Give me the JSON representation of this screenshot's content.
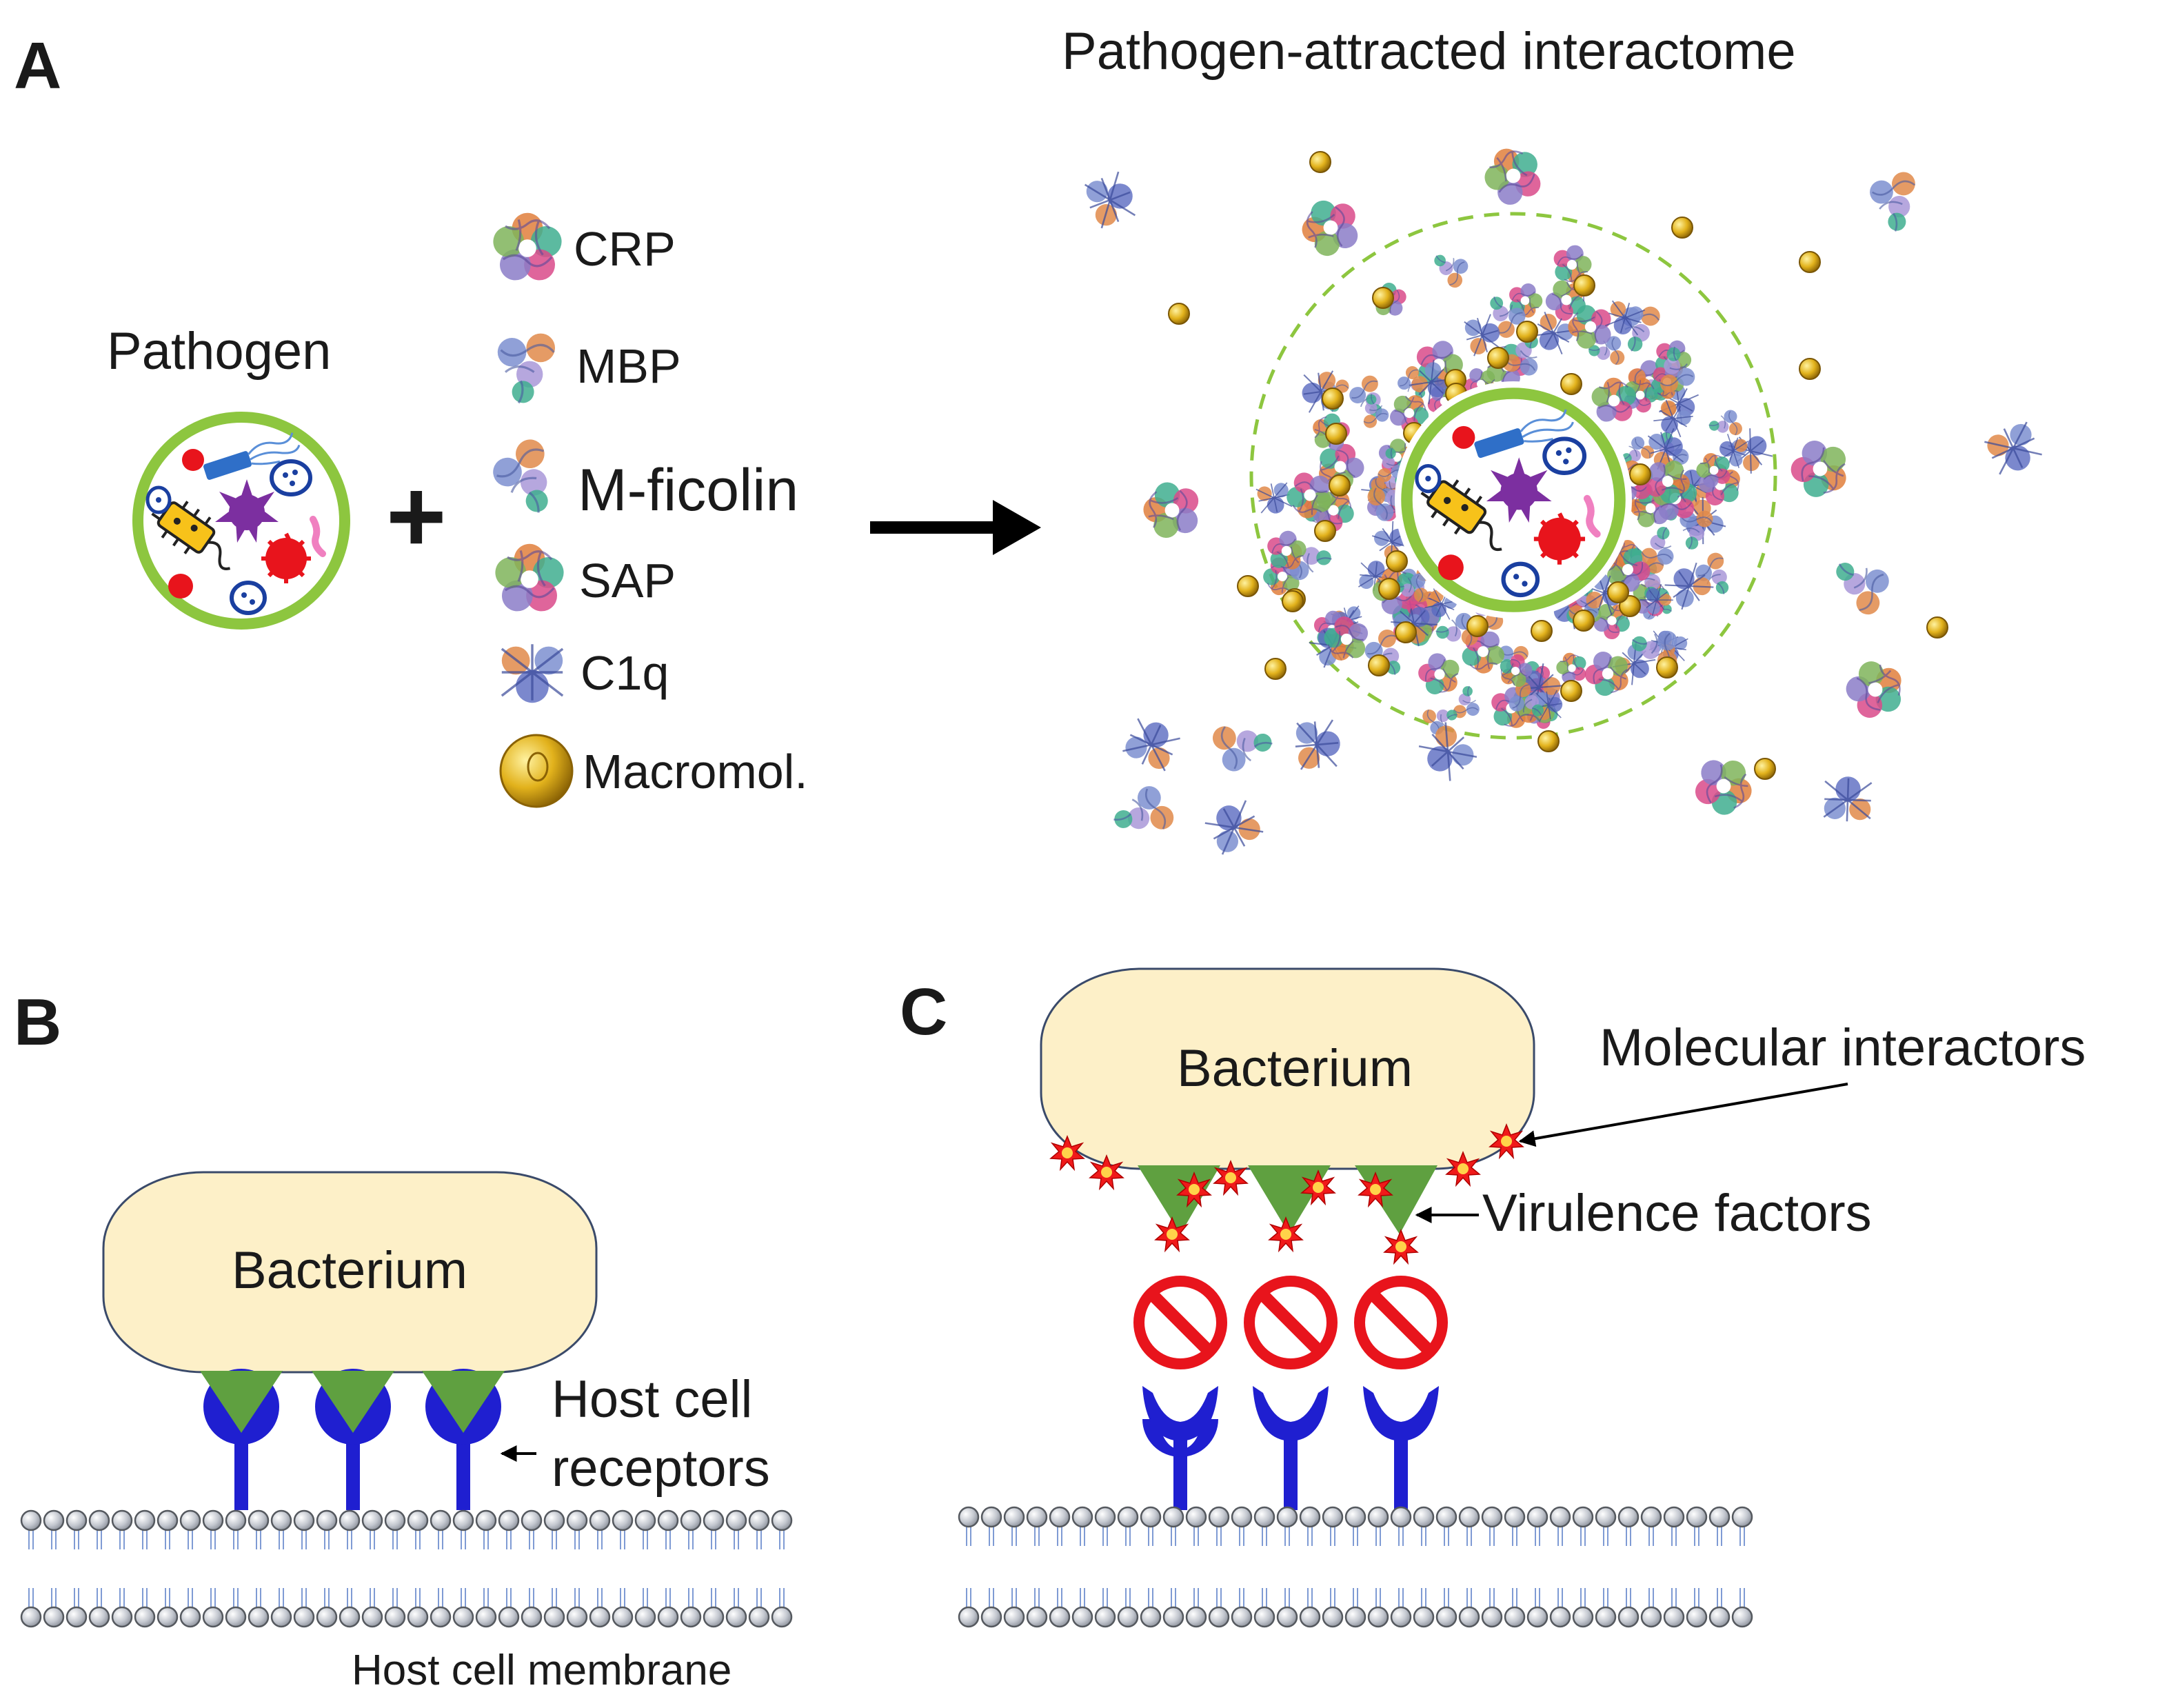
{
  "panel_a": {
    "letter": "A",
    "title": "Pathogen-attracted interactome",
    "pathogen_label": "Pathogen",
    "plus_sign": "+",
    "legend": [
      {
        "label": "CRP",
        "icon": "crp-protein-icon"
      },
      {
        "label": "MBP",
        "icon": "mbp-protein-icon"
      },
      {
        "label": "M-ficolin",
        "icon": "m-ficolin-protein-icon"
      },
      {
        "label": "SAP",
        "icon": "sap-protein-icon"
      },
      {
        "label": "C1q",
        "icon": "c1q-protein-icon"
      },
      {
        "label": "Macromol.",
        "icon": "macromolecule-sphere-icon"
      }
    ]
  },
  "panel_b": {
    "letter": "B",
    "bacterium_label": "Bacterium",
    "receptor_label_line1": "Host cell",
    "receptor_label_line2": "receptors",
    "membrane_label": "Host cell membrane"
  },
  "panel_c": {
    "letter": "C",
    "bacterium_label": "Bacterium",
    "interactors_label": "Molecular  interactors",
    "virulence_label": "Virulence factors"
  },
  "colors": {
    "pathogen_ring": "#8dc63f",
    "bacterium_fill": "#fdf0c8",
    "receptor_blue": "#1f1fd0",
    "virulence_green": "#5fa040",
    "block_red": "#e8141c",
    "gold": "#d4a017",
    "lipid_head": "#c0c4cc",
    "lipid_tail": "#7f9bd4"
  }
}
